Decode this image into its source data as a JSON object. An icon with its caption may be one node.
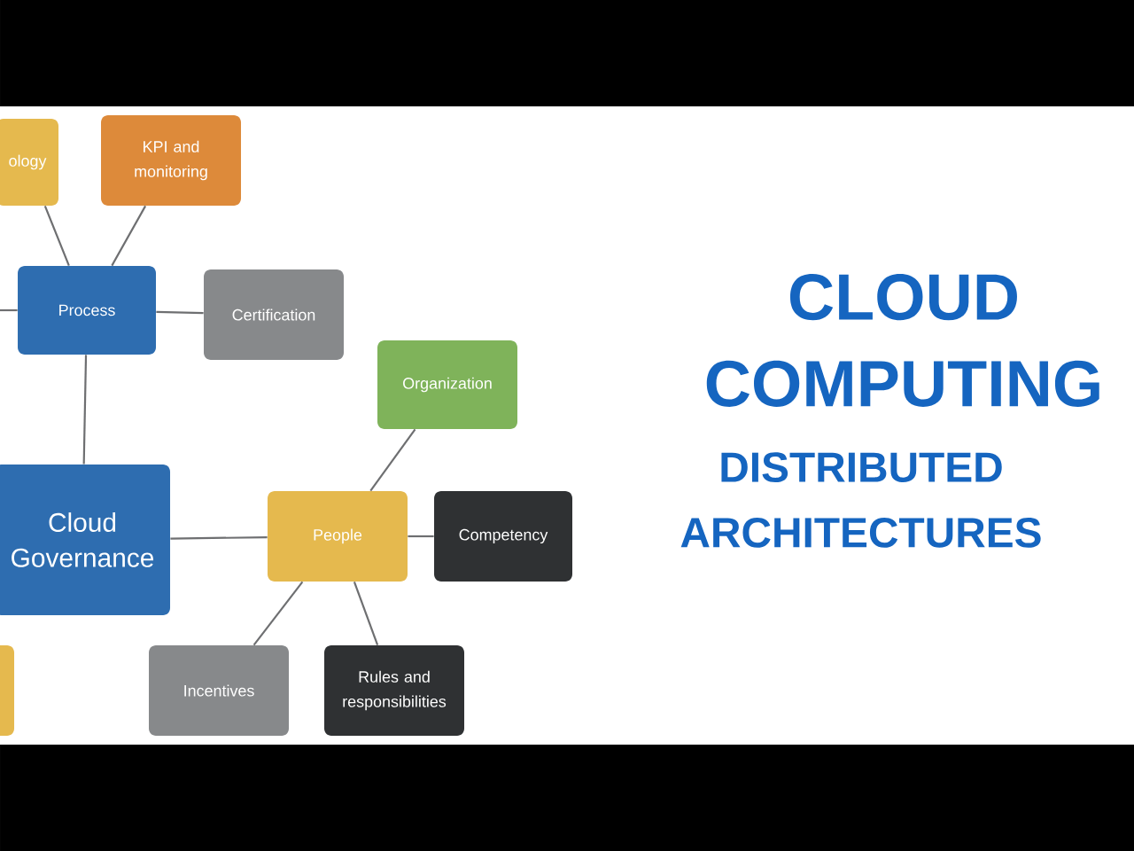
{
  "diagram": {
    "title": "CLOUD COMPUTING",
    "nodes": [
      {
        "text": [
          "Cloud Governance"
        ]
      },
      {
        "text": [
          "ology"
        ]
      },
      {
        "text": [
          "KPI and monitoring"
        ]
      },
      {
        "text": [
          "Process"
        ]
      },
      {
        "text": [
          "Certification"
        ]
      },
      {
        "text": [
          "Organization"
        ]
      },
      {
        "text": [
          "People"
        ]
      },
      {
        "text": [
          "Competency"
        ]
      },
      {
        "text": [
          "Incentives"
        ]
      },
      {
        "text": [
          "Rules and responsibilities"
        ]
      },
      {
        "text": [],
        "shape": "box"
      }
    ],
    "edges": [
      {
        "from": 1,
        "to": 3,
        "arrow": "none"
      },
      {
        "from": null,
        "to": 3,
        "arrow": "none"
      },
      {
        "from": 2,
        "to": 3,
        "arrow": "none"
      },
      {
        "from": 3,
        "to": 4,
        "arrow": "none"
      },
      {
        "from": 3,
        "to": 0,
        "arrow": "none"
      },
      {
        "from": 0,
        "to": 6,
        "arrow": "none"
      },
      {
        "from": 6,
        "to": 5,
        "arrow": "none"
      },
      {
        "from": 6,
        "to": 7,
        "arrow": "none"
      },
      {
        "from": 6,
        "to": 8,
        "arrow": "none"
      },
      {
        "from": 6,
        "to": 9,
        "arrow": "none"
      }
    ],
    "labels": [
      "DISTRIBUTED ARCHITECTURES"
    ]
  }
}
